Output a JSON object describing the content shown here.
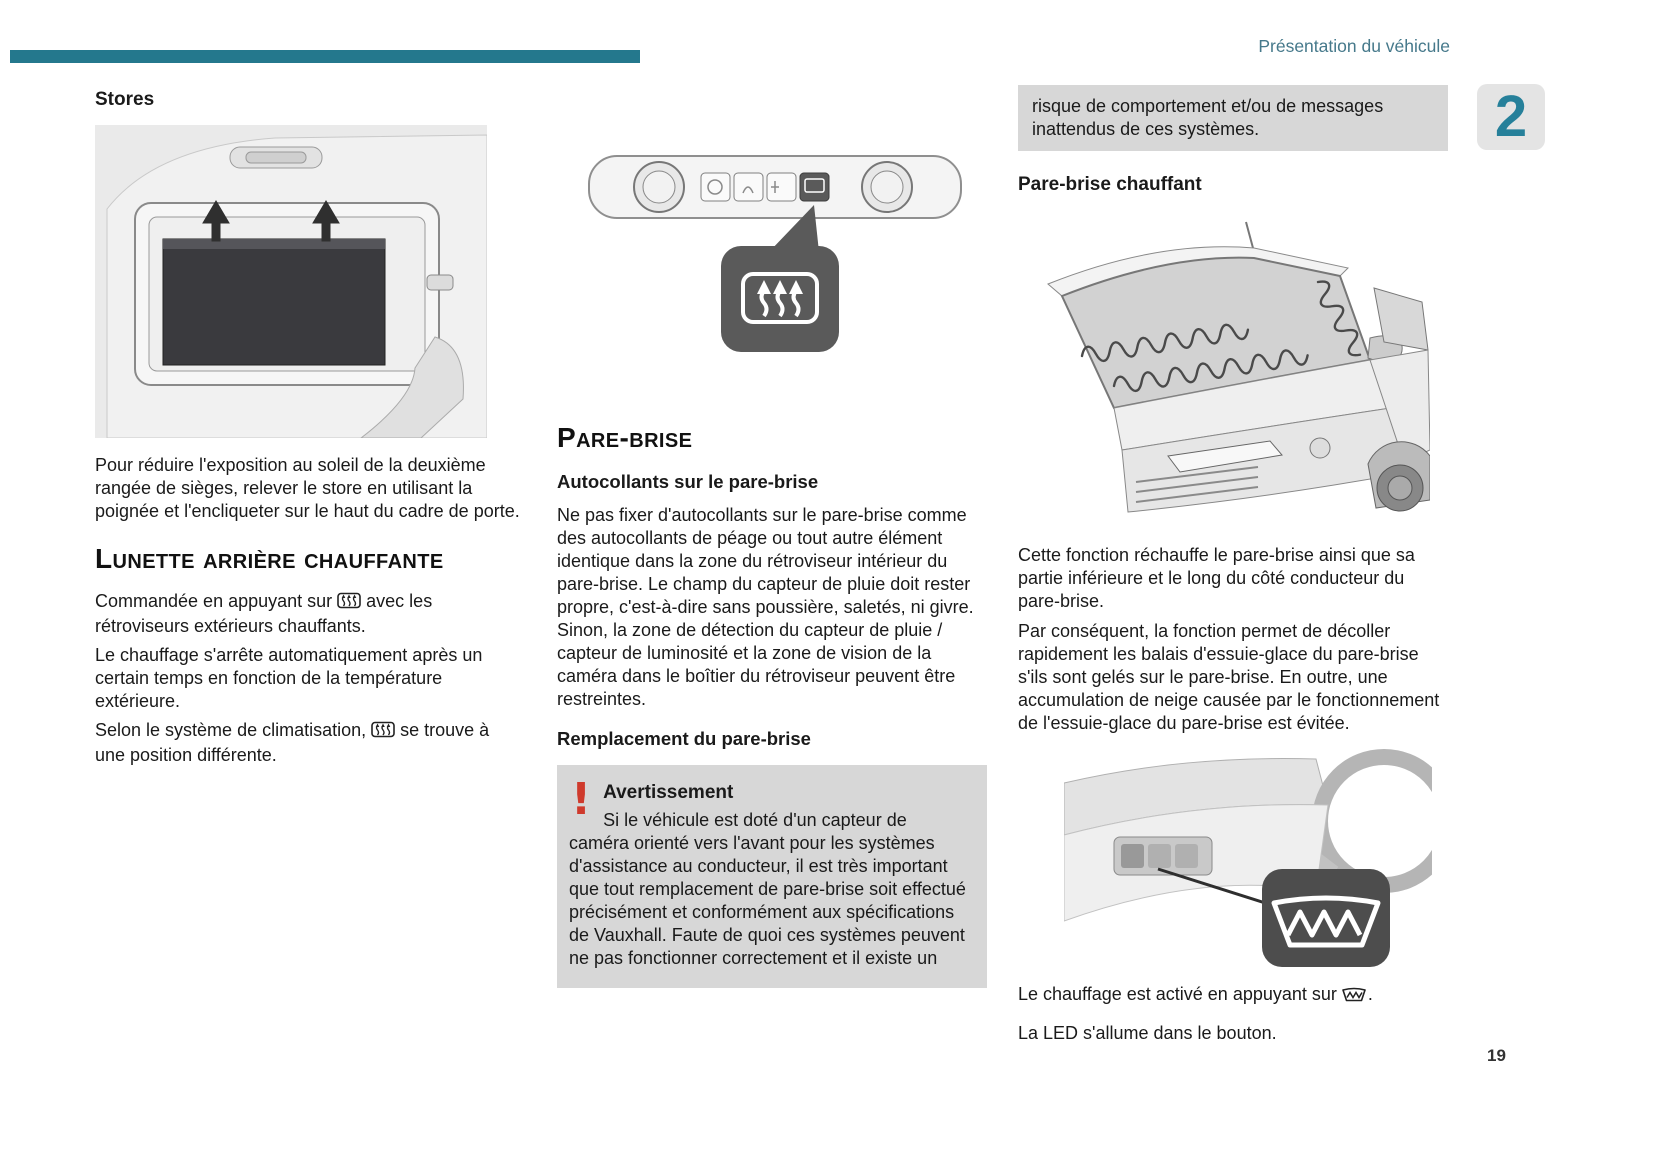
{
  "page": {
    "header_title": "Présentation du véhicule",
    "chapter_number": "2",
    "page_number": "19",
    "accent_color": "#24788d",
    "warning_color": "#cf3a2c",
    "box_gray": "#d7d7d7"
  },
  "icons": {
    "heated_rear_window": "rectangle with three rising heat arrows",
    "heated_windshield": "windshield with zigzag heat line",
    "warning_glyph": "!"
  },
  "col1": {
    "stores_heading": "Stores",
    "stores_text": "Pour réduire l'exposition au soleil de la deuxième rangée de sièges, relever le store en utilisant la poignée et l'encliqueter sur le haut du cadre de porte.",
    "lunette_heading": "Lunette arrière chauffante",
    "lunette_p1a": "Commandée en appuyant sur",
    "lunette_p1b": "avec les rétroviseurs extérieurs chauffants.",
    "lunette_p2": "Le chauffage s'arrête automatiquement après un certain temps en fonction de la température extérieure.",
    "lunette_p3a": "Selon le système de climatisation,",
    "lunette_p3b": "se trouve à une position différente."
  },
  "col2": {
    "parebrise_heading": "Pare-brise",
    "autocollants_heading": "Autocollants sur le pare-brise",
    "autocollants_text": "Ne pas fixer d'autocollants sur le pare-brise comme des autocollants de péage ou tout autre élément identique dans la zone du rétroviseur intérieur du pare-brise. Le champ du capteur de pluie doit rester propre, c'est-à-dire sans poussière, saletés, ni givre. Sinon, la zone de détection du capteur de pluie / capteur de luminosité et la zone de vision de la caméra dans le boîtier du rétroviseur peuvent être restreintes.",
    "remplacement_heading": "Remplacement du pare-brise",
    "warning": {
      "glyph": "!",
      "title": "Avertissement",
      "text": "Si le véhicule est doté d'un capteur de caméra orienté vers l'avant pour les systèmes d'assistance au conducteur, il est très important que tout remplacement de pare-brise soit effectué précisément et conformément aux spécifications de Vauxhall. Faute de quoi ces systèmes peuvent ne pas fonctionner correctement et il existe un"
    }
  },
  "col3": {
    "warning_continuation": "risque de comportement et/ou de messages inattendus de ces systèmes.",
    "chauffant_heading": "Pare-brise chauffant",
    "chauffant_p1": "Cette fonction réchauffe le pare-brise ainsi que sa partie inférieure et le long du côté conducteur du pare-brise.",
    "chauffant_p2": "Par conséquent, la fonction permet de décoller rapidement les balais d'essuie-glace du pare-brise s'ils sont gelés sur le pare-brise. En outre, une accumulation de neige causée par le fonctionnement de l'essuie-glace du pare-brise est évitée.",
    "activation_a": "Le chauffage est activé en appuyant sur",
    "activation_b": ".",
    "led_text": "La LED s'allume dans le bouton."
  }
}
